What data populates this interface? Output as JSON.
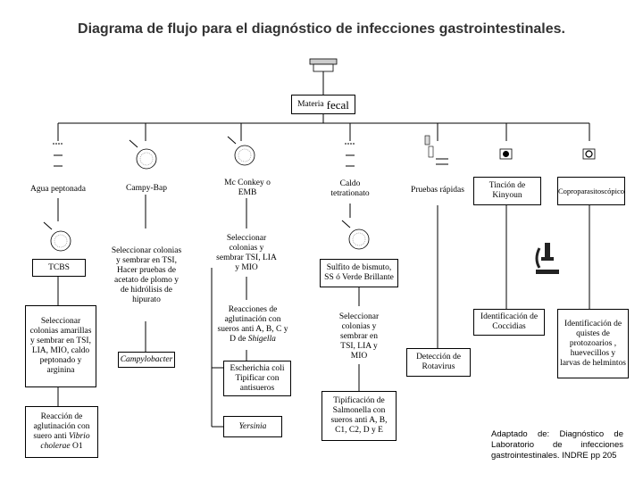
{
  "title": "Diagrama de flujo para el diagnóstico de infecciones gastrointestinales.",
  "root": {
    "label_small": "Materia",
    "label_large": "fecal"
  },
  "nodes": {
    "agua_peptonada": "Agua peptonada",
    "campy_bap": "Campy-Bap",
    "mcconkey": "Mc Conkey o EMB",
    "caldo_tetrationato": "Caldo tetrationato",
    "pruebas_rapidas": "Pruebas rápidas",
    "tincion_kinyoun": "Tinción de Kinyoun",
    "coproparasitoscopico": "Coproparasitoscópico",
    "tcbs": "TCBS",
    "sel_campy": "Seleccionar colonias y sembrar en TSI, Hacer pruebas de acetato de plomo y de hidrólisis de hipurato",
    "sel_mcconkey": "Seleccionar colonias y sembrar TSI, LIA y MIO",
    "sulfito": "Sulfito de bismuto, SS ó Verde Brillante",
    "sel_tcbs": "Seleccionar colonias amarillas y sembrar en TSI, LIA, MIO, caldo peptonado y arginina",
    "reacciones_shigella_prefix": "Reacciones de aglutinación con sueros anti A, B, C y D de",
    "reacciones_shigella_genus": "Shigella",
    "sel_sulfito": "Seleccionar colonias y sembrar en TSI, LIA y MIO",
    "deteccion_rotavirus": "Detección de Rotavirus",
    "identificacion_coccidias": "Identificación de Coccidias",
    "identificacion_quistes": "Identificación de quistes de protozoarios , huevecillos y larvas de helmintos",
    "campylobacter": "Campylobacter",
    "escherichia": "Escherichia coli Tipificar con antisueros",
    "reaccion_vibrio_prefix": "Reacción de aglutinación con suero anti",
    "reaccion_vibrio_genus": "Vibrio cholerae",
    "reaccion_vibrio_suffix": "O1",
    "yersinia": "Yersinia",
    "tipificacion_salmonella": "Tipificación de Salmonella con sueros anti A, B, C1, C2, D y E"
  },
  "credit": "Adaptado de: Diagnóstico de Laboratorio de infecciones gastrointestinales. INDRE pp 205"
}
